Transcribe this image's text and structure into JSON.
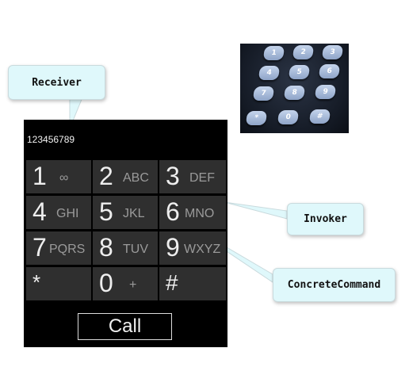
{
  "callouts": {
    "receiver": "Receiver",
    "invoker": "Invoker",
    "concrete_command": "ConcreteCommand"
  },
  "phone": {
    "display_number": "123456789",
    "keys": [
      {
        "digit": "1",
        "letters": "∞"
      },
      {
        "digit": "2",
        "letters": "ABC"
      },
      {
        "digit": "3",
        "letters": "DEF"
      },
      {
        "digit": "4",
        "letters": "GHI"
      },
      {
        "digit": "5",
        "letters": "JKL"
      },
      {
        "digit": "6",
        "letters": "MNO"
      },
      {
        "digit": "7",
        "letters": "PQRS"
      },
      {
        "digit": "8",
        "letters": "TUV"
      },
      {
        "digit": "9",
        "letters": "WXYZ"
      },
      {
        "digit": "*",
        "letters": ""
      },
      {
        "digit": "0",
        "letters": "+"
      },
      {
        "digit": "#",
        "letters": ""
      }
    ],
    "call_label": "Call"
  },
  "photo_keypad": {
    "keys": [
      "1",
      "2",
      "3",
      "4",
      "5",
      "6",
      "7",
      "8",
      "9",
      "*",
      "0",
      "#"
    ]
  },
  "colors": {
    "callout_fill": "#dff8fb",
    "key_fill": "#2f2f2f",
    "phone_bg": "#000000"
  }
}
